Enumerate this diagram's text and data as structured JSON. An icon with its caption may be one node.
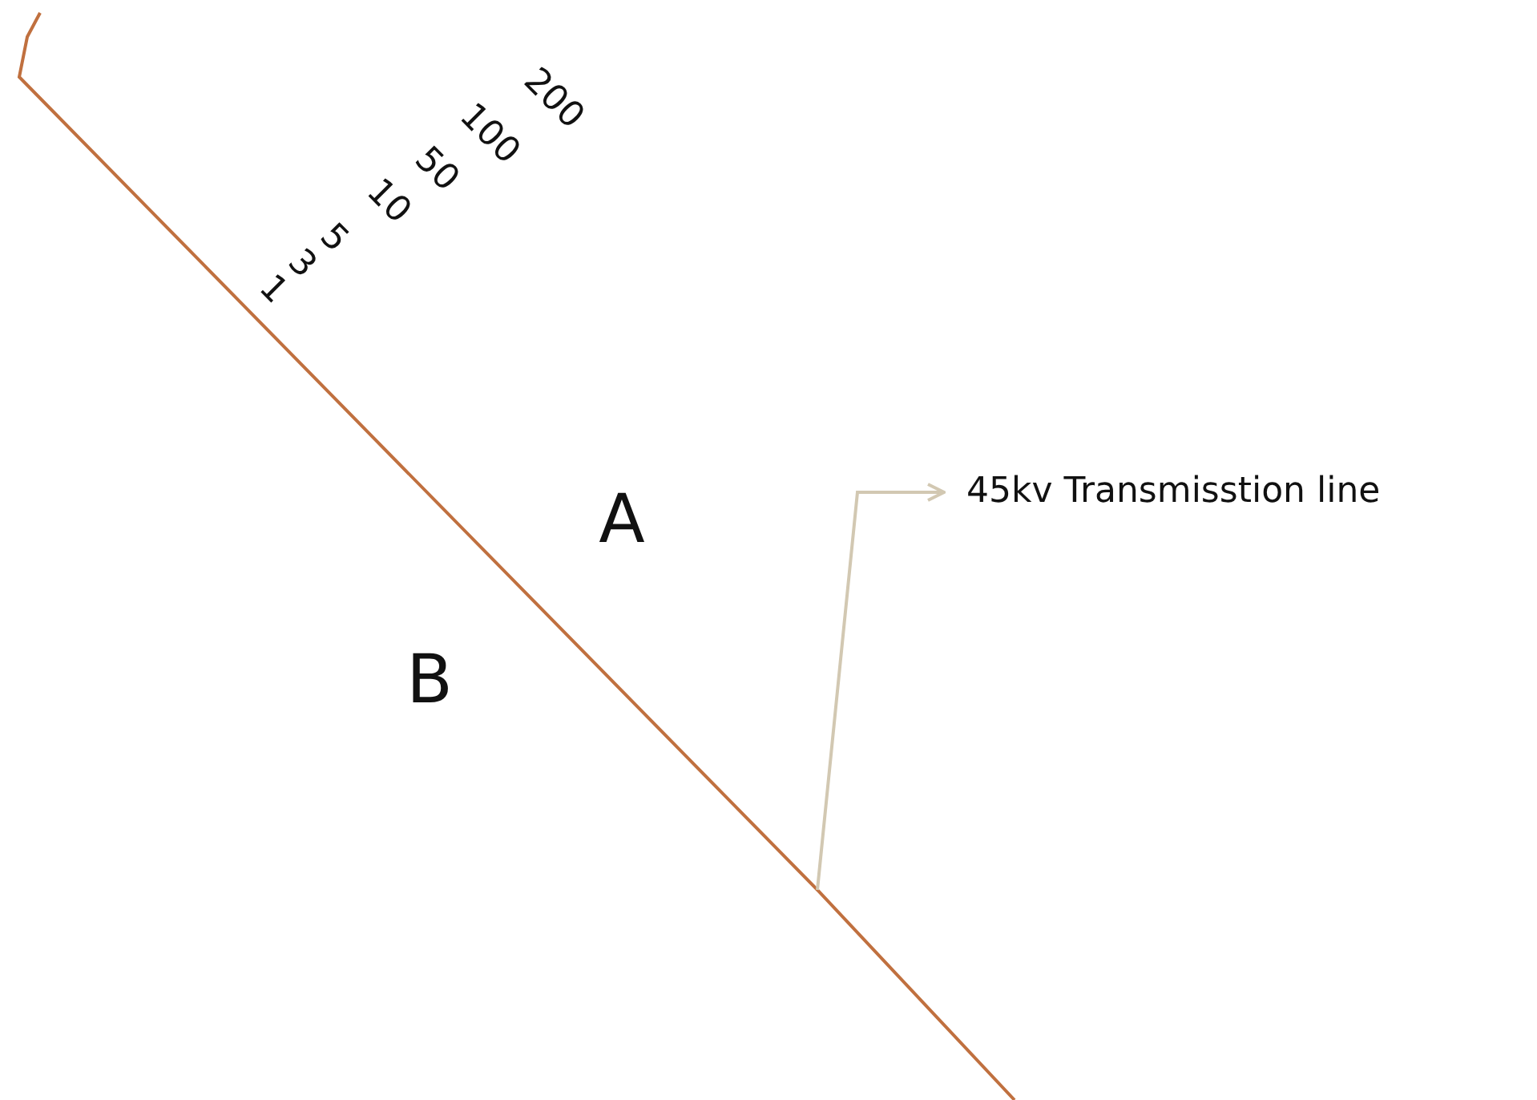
{
  "diagram": {
    "nodes": [
      {
        "text": [],
        "shape": "line"
      },
      {
        "text": [
          "45kv Transmisstion line"
        ]
      }
    ],
    "edges": [
      {
        "from": 0,
        "to": 1,
        "arrow": "to",
        "color": "#d2c8b2"
      }
    ],
    "labels": [
      "200",
      "100",
      "50",
      "10",
      "5",
      "3",
      "1",
      "A",
      "B"
    ]
  }
}
